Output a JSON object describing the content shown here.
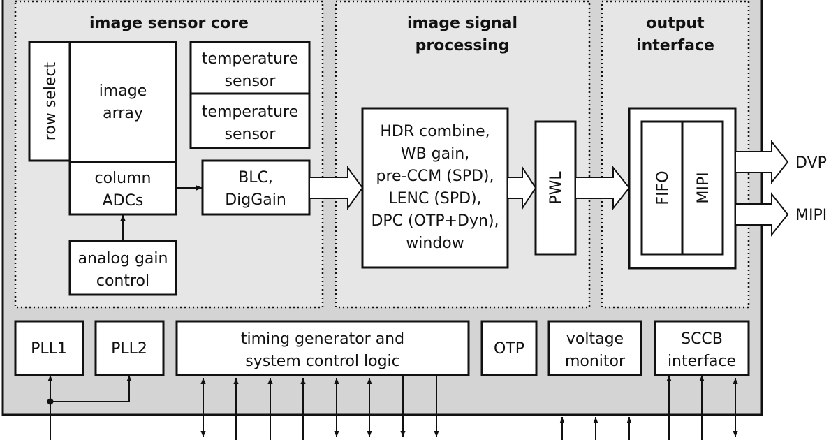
{
  "sections": {
    "core_title": "image sensor core",
    "isp_title_1": "image signal",
    "isp_title_2": "processing",
    "out_title_1": "output",
    "out_title_2": "interface"
  },
  "blocks": {
    "row_select": "row select",
    "image_array_1": "image",
    "image_array_2": "array",
    "temp1_1": "temperature",
    "temp1_2": "sensor",
    "temp2_1": "temperature",
    "temp2_2": "sensor",
    "column_adcs_1": "column",
    "column_adcs_2": "ADCs",
    "blc_1": "BLC,",
    "blc_2": "DigGain",
    "analog_gain_1": "analog gain",
    "analog_gain_2": "control",
    "isp_1": "HDR combine,",
    "isp_2": "WB gain,",
    "isp_3": "pre-CCM (SPD),",
    "isp_4": "LENC (SPD),",
    "isp_5": "DPC (OTP+Dyn),",
    "isp_6": "window",
    "pwl": "PWL",
    "fifo": "FIFO",
    "mipi_inner": "MIPI",
    "pll1": "PLL1",
    "pll2": "PLL2",
    "timing_1": "timing generator and",
    "timing_2": "system control logic",
    "otp": "OTP",
    "voltage_1": "voltage",
    "voltage_2": "monitor",
    "sccb_1": "SCCB",
    "sccb_2": "interface"
  },
  "outputs": {
    "dvp": "DVP",
    "mipi": "MIPI"
  },
  "colors": {
    "chip_fill": "#d4d4d4",
    "section_fill": "#e6e6e6",
    "box_fill": "#ffffff",
    "stroke": "#111111"
  }
}
